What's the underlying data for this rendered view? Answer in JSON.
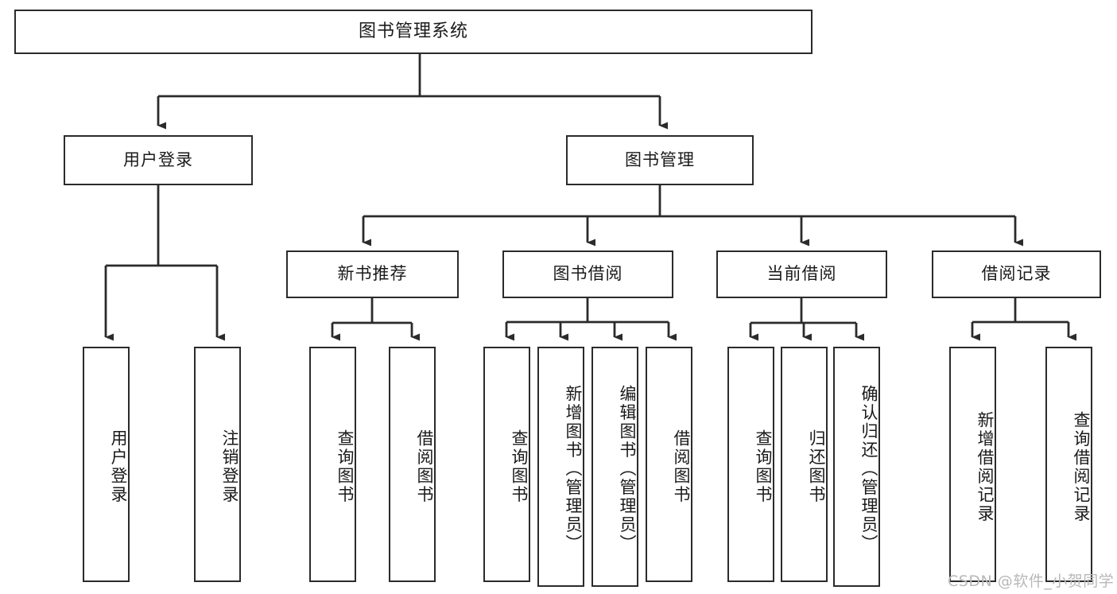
{
  "diagram": {
    "title": "图书管理系统",
    "type": "hierarchical-tree",
    "root": {
      "label": "图书管理系统"
    },
    "level2": [
      {
        "label": "用户登录"
      },
      {
        "label": "图书管理"
      }
    ],
    "level3": [
      {
        "label": "新书推荐"
      },
      {
        "label": "图书借阅"
      },
      {
        "label": "当前借阅"
      },
      {
        "label": "借阅记录"
      }
    ],
    "leaves": {
      "user_login": [
        {
          "label": "用户登录"
        },
        {
          "label": "注销登录"
        }
      ],
      "new_book": [
        {
          "label": "查询图书"
        },
        {
          "label": "借阅图书"
        }
      ],
      "book_borrow": [
        {
          "label": "查询图书"
        },
        {
          "label": "新增图书（管理员）"
        },
        {
          "label": "编辑图书（管理员）"
        },
        {
          "label": "借阅图书"
        }
      ],
      "current_borrow": [
        {
          "label": "查询图书"
        },
        {
          "label": "归还图书"
        },
        {
          "label": "确认归还（管理员）"
        }
      ],
      "borrow_record": [
        {
          "label": "新增借阅记录"
        },
        {
          "label": "查询借阅记录"
        }
      ]
    }
  },
  "watermark": {
    "text": "CSDN @软件_小贺同学"
  },
  "colors": {
    "stroke": "#2b2b2b",
    "fill": "#ffffff",
    "text": "#1a1a1a",
    "watermark": "#b8b8b8"
  }
}
